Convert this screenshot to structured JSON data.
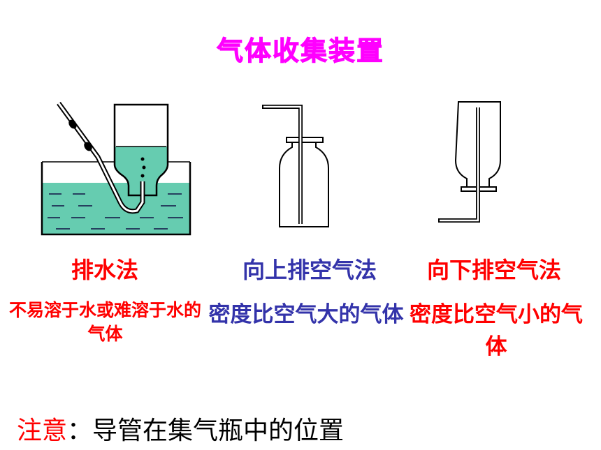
{
  "title": "气体收集装置",
  "methods": [
    {
      "name": "排水法",
      "desc": "不易溶于水或难溶于水的气体",
      "color": "#ff0000"
    },
    {
      "name": "向上排空气法",
      "desc": "密度比空气大的气体",
      "color": "#3333aa"
    },
    {
      "name": "向下排空气法",
      "desc": "密度比空气小的气体",
      "color": "#ff0000"
    }
  ],
  "note": {
    "label": "注意",
    "text": "：导管在集气瓶中的位置"
  },
  "colors": {
    "title": "#ff00ff",
    "water": "#66ccb0",
    "outline": "#000000"
  },
  "icons": [
    "water-displacement-apparatus",
    "upward-air-displacement-apparatus",
    "downward-air-displacement-apparatus"
  ]
}
